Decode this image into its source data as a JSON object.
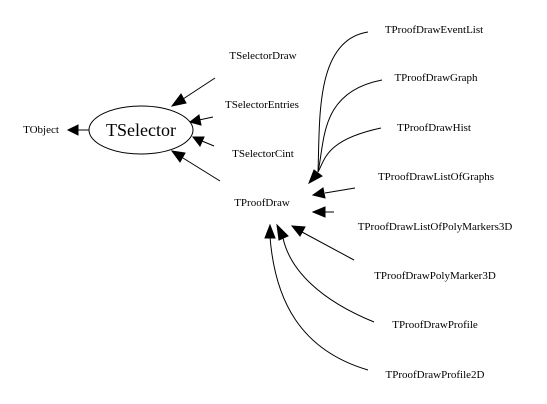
{
  "nodes": {
    "tobject": "TObject",
    "tselector": "TSelector",
    "tselectordraw": "TSelectorDraw",
    "tselectorentries": "TSelectorEntries",
    "tselectorcint": "TSelectorCint",
    "tproofdraw": "TProofDraw",
    "eventlist": "TProofDrawEventList",
    "graph": "TProofDrawGraph",
    "hist": "TProofDrawHist",
    "listofgraphs": "TProofDrawListOfGraphs",
    "listofpolymarkers3d": "TProofDrawListOfPolyMarkers3D",
    "polymarker3d": "TProofDrawPolyMarker3D",
    "profile": "TProofDrawProfile",
    "profile2d": "TProofDrawProfile2D"
  },
  "edges": [
    {
      "from": "TSelector",
      "to": "TObject"
    },
    {
      "from": "TSelectorDraw",
      "to": "TSelector"
    },
    {
      "from": "TSelectorEntries",
      "to": "TSelector"
    },
    {
      "from": "TSelectorCint",
      "to": "TSelector"
    },
    {
      "from": "TProofDraw",
      "to": "TSelector"
    },
    {
      "from": "TProofDrawEventList",
      "to": "TProofDraw"
    },
    {
      "from": "TProofDrawGraph",
      "to": "TProofDraw"
    },
    {
      "from": "TProofDrawHist",
      "to": "TProofDraw"
    },
    {
      "from": "TProofDrawListOfGraphs",
      "to": "TProofDraw"
    },
    {
      "from": "TProofDrawListOfPolyMarkers3D",
      "to": "TProofDraw"
    },
    {
      "from": "TProofDrawPolyMarker3D",
      "to": "TProofDraw"
    },
    {
      "from": "TProofDrawProfile",
      "to": "TProofDraw"
    },
    {
      "from": "TProofDrawProfile2D",
      "to": "TProofDraw"
    }
  ]
}
